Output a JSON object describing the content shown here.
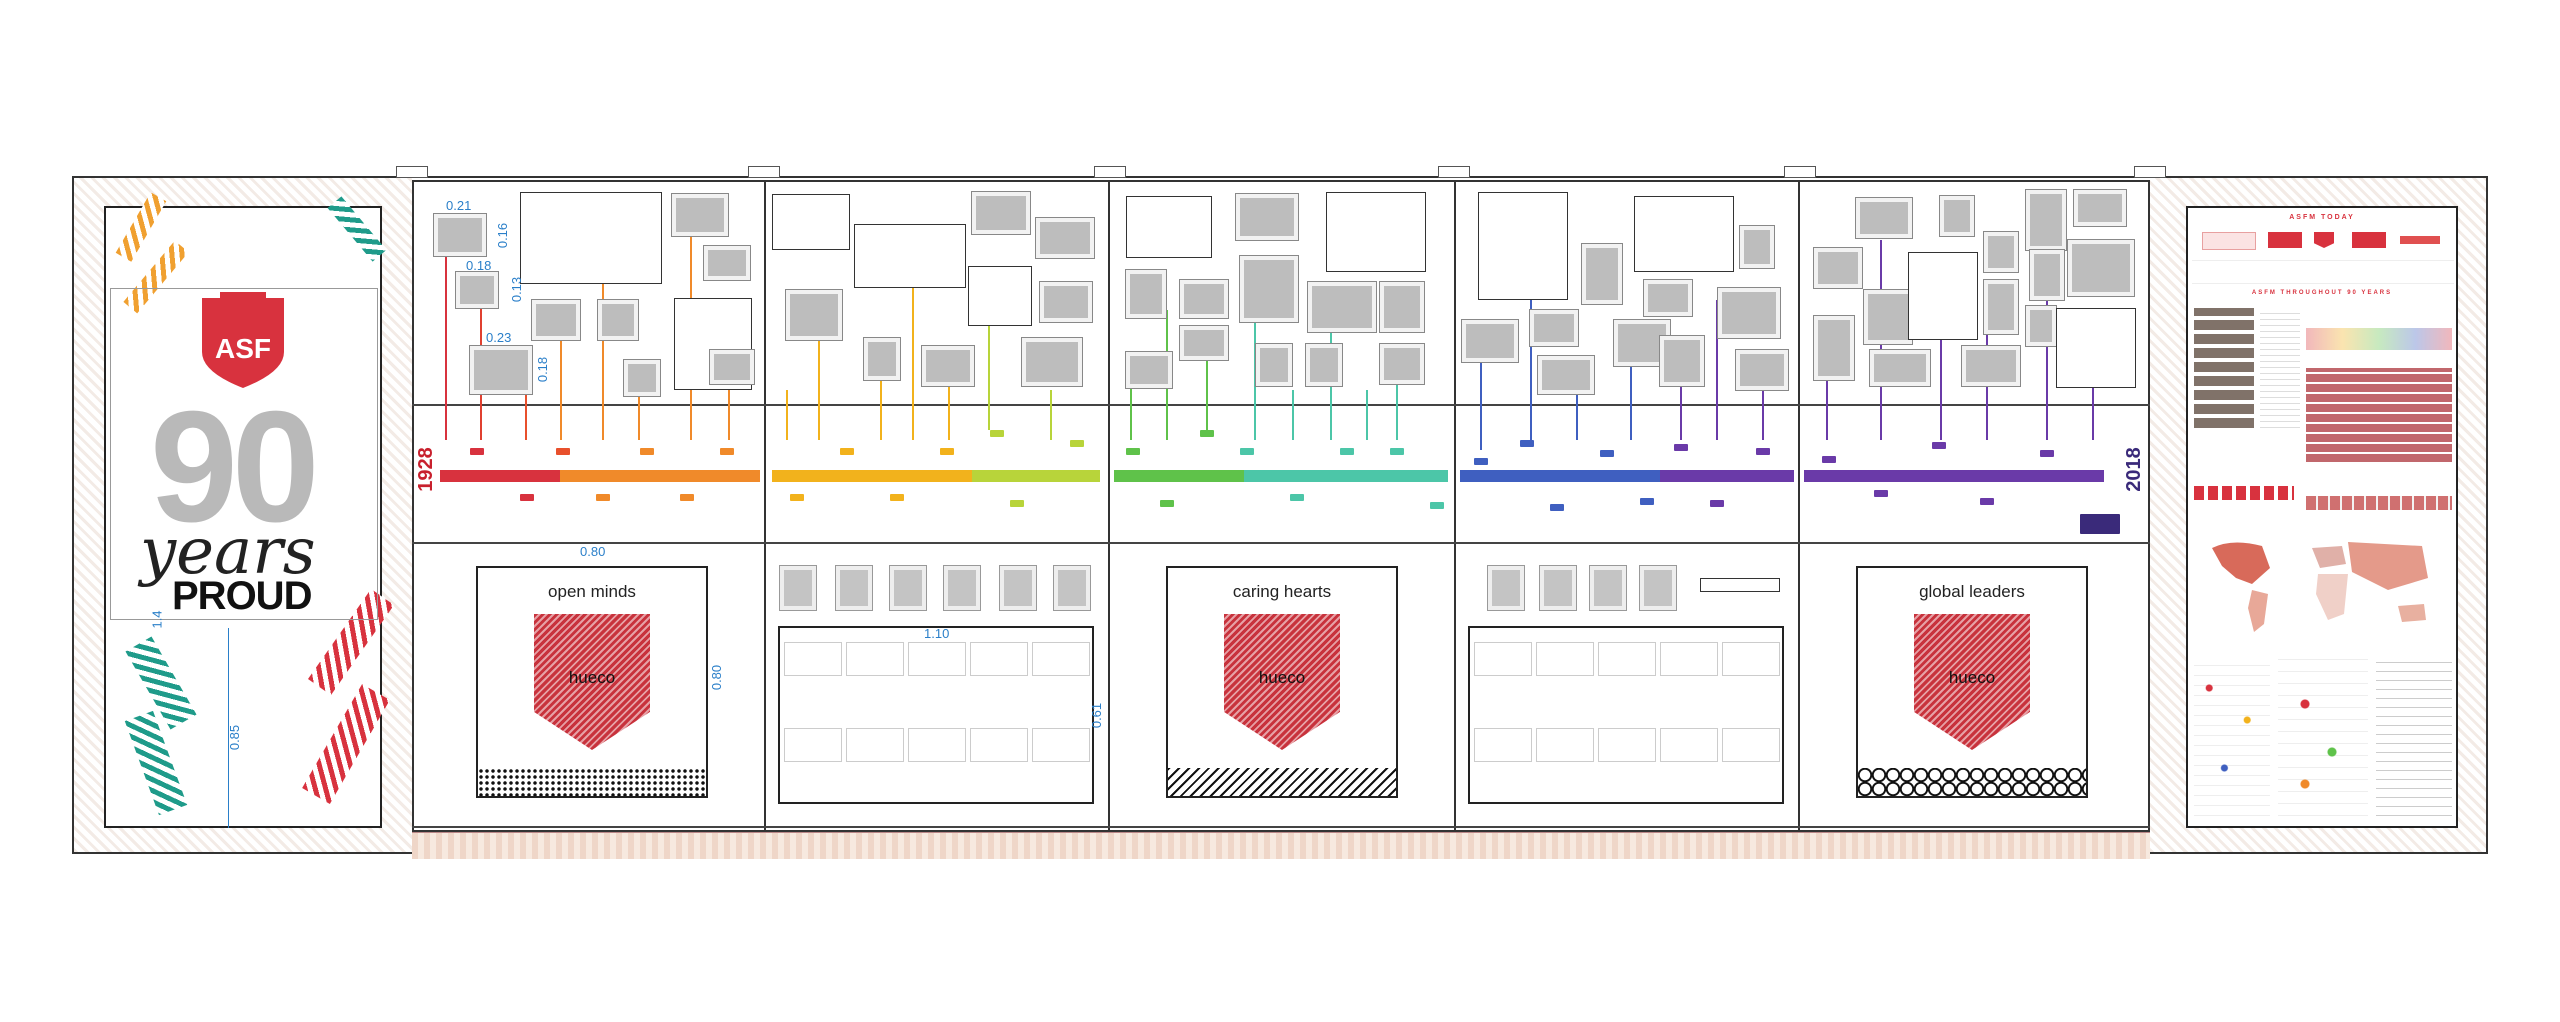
{
  "left_panel": {
    "logo_text": "ASF",
    "ninety": "90",
    "years": "years",
    "proud": "PROUD",
    "dim_height": "0.85",
    "dim_small": "1.4"
  },
  "timeline": {
    "start_year": "1928",
    "end_year": "2018"
  },
  "dimensions": {
    "d1": "0.21",
    "d2": "0.16",
    "d3": "0.18",
    "d4": "0.13",
    "d5": "0.23",
    "d6": "0.18",
    "width_080": "0.80",
    "height_080": "0.80",
    "width_110": "1.10",
    "height_061": "0.61"
  },
  "values": [
    {
      "title": "open minds",
      "placeholder": "hueco"
    },
    {
      "title": "caring hearts",
      "placeholder": "hueco"
    },
    {
      "title": "global leaders",
      "placeholder": "hueco"
    }
  ],
  "right_panel": {
    "header": "ASFM TODAY",
    "subheader": "ASFM THROUGHOUT 90 YEARS"
  },
  "colors": {
    "red": "#d8323e",
    "orange": "#f08a2a",
    "yellow": "#f2b21c",
    "lime": "#b8d43a",
    "green": "#5fc24a",
    "teal": "#4cc6a8",
    "blue": "#3f5fc0",
    "purple": "#6a3aa8",
    "dim_blue": "#2a7fc9"
  }
}
